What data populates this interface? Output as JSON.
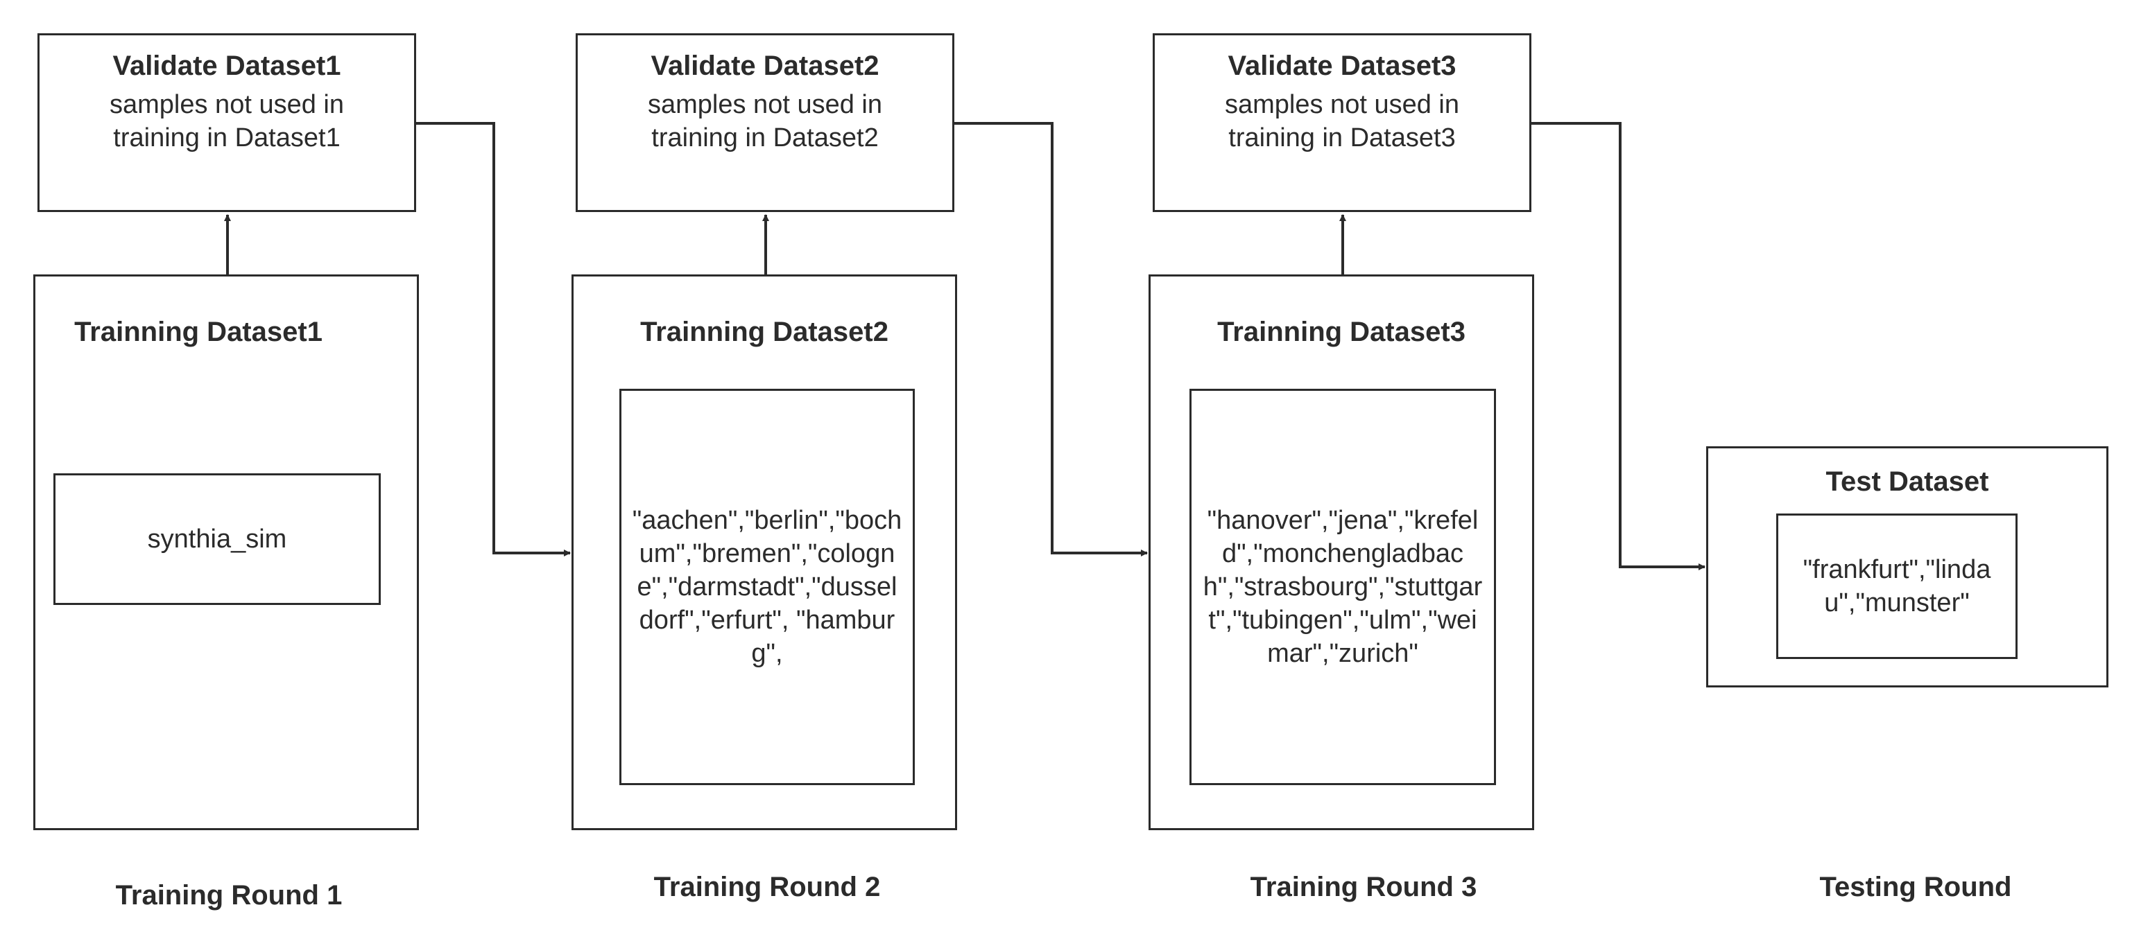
{
  "validate_boxes": [
    {
      "title": "Validate Dataset1",
      "description": "samples not used in training in Dataset1"
    },
    {
      "title": "Validate Dataset2",
      "description": "samples not used in training in Dataset2"
    },
    {
      "title": "Validate Dataset3",
      "description": "samples not used in training in Dataset3"
    }
  ],
  "training_boxes": [
    {
      "title": "Trainning Dataset1",
      "content": "synthia_sim"
    },
    {
      "title": "Trainning Dataset2",
      "content": "\"aachen\",\"berlin\",\"bochum\",\"bremen\",\"cologne\",\"darmstadt\",\"dusseldorf\",\"erfurt\", \"hamburg\","
    },
    {
      "title": "Trainning Dataset3",
      "content": "\"hanover\",\"jena\",\"krefeld\",\"monchengladbach\",\"strasbourg\",\"stuttgart\",\"tubingen\",\"ulm\",\"weimar\",\"zurich\""
    }
  ],
  "test_box": {
    "title": "Test Dataset",
    "content": "\"frankfurt\",\"lindau\",\"munster\""
  },
  "round_labels": [
    "Training Round 1",
    "Training Round 2",
    "Training Round 3",
    "Testing Round"
  ],
  "colors": {
    "stroke": "#2b2b2b",
    "background": "#ffffff"
  }
}
